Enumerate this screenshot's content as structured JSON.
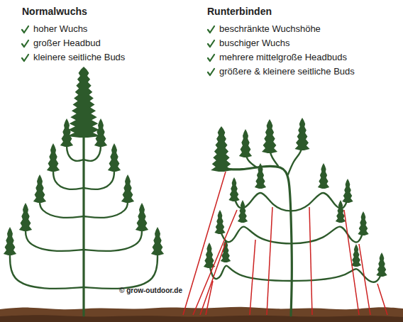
{
  "diagram": {
    "labels": [
      "Normalwuchs",
      "hoher Wuchs",
      "großer Headbud",
      "kleinere seitliche Buds",
      "Runterbinden",
      "beschränkte Wuchshöhe",
      "buschiger Wuchs",
      "mehrere mittelgroße Headbuds",
      "größere & kleinere seitliche Buds",
      "© grow-outdoor.de"
    ]
  }
}
